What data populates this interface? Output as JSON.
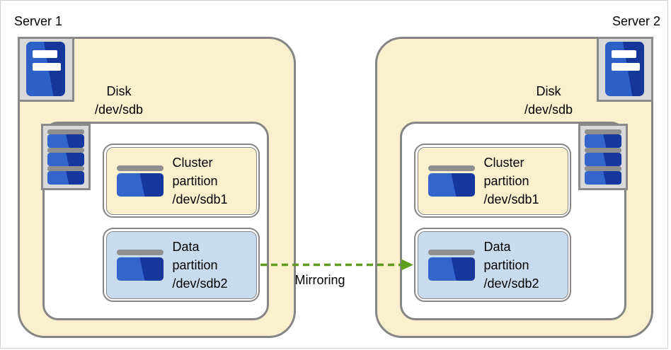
{
  "diagram": {
    "mirroring_label": "Mirroring"
  },
  "servers": [
    {
      "name": "Server 1",
      "disk": {
        "title": "Disk",
        "device": "/dev/sdb"
      },
      "partitions": [
        {
          "lines": [
            "Cluster",
            "partition",
            "/dev/sdb1"
          ]
        },
        {
          "lines": [
            "Data",
            "partition",
            "/dev/sdb2"
          ]
        }
      ]
    },
    {
      "name": "Server 2",
      "disk": {
        "title": "Disk",
        "device": "/dev/sdb"
      },
      "partitions": [
        {
          "lines": [
            "Cluster",
            "partition",
            "/dev/sdb1"
          ]
        },
        {
          "lines": [
            "Data",
            "partition",
            "/dev/sdb2"
          ]
        }
      ]
    }
  ],
  "icons": {
    "server": "server-tower-icon",
    "disk": "disk-stack-icon",
    "partition": "partition-icon"
  },
  "colors": {
    "server_fill": "#FBF0CE",
    "cluster_partition_fill": "#FBF0CE",
    "data_partition_fill": "#C9DCEE",
    "border_gray": "#858585",
    "icon_gray": "#8F8F8F",
    "icon_blue_light": "#3365CD",
    "icon_blue_dark": "#16389E",
    "arrow_green": "#5E9C1D",
    "text": "#000000"
  }
}
